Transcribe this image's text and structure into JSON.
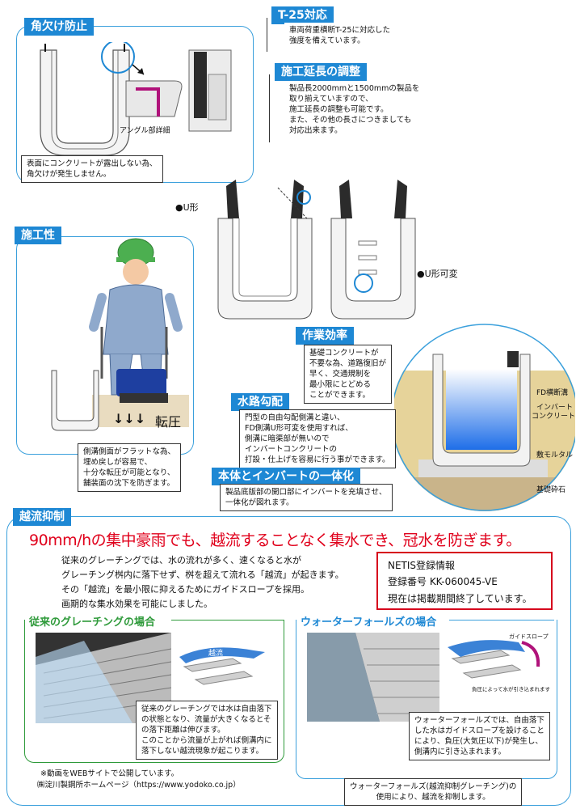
{
  "tags": {
    "corner": "角欠け防止",
    "t25": "T-25対応",
    "length": "施工延長の調整",
    "workability": "施工性",
    "efficiency": "作業効率",
    "gradient": "水路勾配",
    "integration": "本体とインバートの一体化",
    "overflow": "越流抑制"
  },
  "notes": {
    "corner": "表面にコンクリートが露出しない為、\n角欠けが発生しません。",
    "angle_label": "アングル部詳細",
    "t25": "車両荷重横断T-25に対応した\n強度を備えています。",
    "length": "製品長2000mmと1500mmの製品を\n取り揃えていますので、\n施工延長の調整も可能です。\nまた、その他の長さにつきましても\n対応出来ます。",
    "u_shape": "●U形",
    "u_variable": "●U形可変",
    "workability": "側溝側面がフラットな為、\n埋め戻しが容易で、\n十分な転圧が可能となり、\n舗装面の沈下を防ぎます。",
    "compaction": "転圧",
    "efficiency": "基礎コンクリートが\n不要な為、道路復旧が\n早く、交通規制を\n最小限にとどめる\nことができます。",
    "gradient": "門型の自由勾配側溝と違い、\nFD側溝U形可変を使用すれば、\n側溝に暗渠部が無いので\nインバートコンクリートの\n打設・仕上げを容易に行う事ができます。",
    "integration": "製品底版部の開口部にインバートを充填させ、\n一体化が図れます。",
    "section_labels": [
      "FD横断溝",
      "インバート",
      "コンクリート",
      "敷モルタル",
      "基礎砕石"
    ]
  },
  "overflow": {
    "headline": "90mm/hの集中豪雨でも、越流することなく集水でき、冠水を防ぎます。",
    "body": "従来のグレーチングでは、水の流れが多く、速くなると水が\nグレーチング桝内に落下せず、桝を超えて流れる「越流」が起きます。\nその「越流」を最小限に抑えるためにガイドスロープを採用。\n画期的な集水効果を可能にしました。",
    "netis_title": "NETIS登録情報",
    "netis_number": "登録番号  KK-060045-VE",
    "netis_status": "現在は掲載期間終了しています。",
    "conventional_heading": "従来のグレーチングの場合",
    "conventional_note": "従来のグレーチングでは水は自由落下\nの状態となり、流量が大きくなるとそ\nの落下距離は伸びます。\nこのことから流量が上がれば側溝内に\n落下しない越流現象が起こります。",
    "conventional_diagram_label": "越流",
    "wf_heading": "ウォーターフォールズの場合",
    "wf_note": "ウォーターフォールズでは、自由落下\nした水はガイドスロープを設けること\nにより、負圧(大気圧以下)が発生し、\n側溝内に引き込まれます。",
    "wf_slope_label": "ガイドスロープ",
    "wf_pressure_label": "負圧によって水が引き込まれます",
    "video_note": "※動画をWEBサイトで公開しています。",
    "homepage": "㈱淀川製鋼所ホームページ（https://www.yodoko.co.jp）",
    "bottom_note": "ウォーターフォールズ(越流抑制グレーチング)の\n使用により、越流を抑制します。"
  },
  "colors": {
    "accent_blue": "#1e88d4",
    "panel_border": "#3ba0dc",
    "headline_red": "#e0001b",
    "heading_green": "#2e9a3a",
    "netis_border": "#d6001c"
  }
}
